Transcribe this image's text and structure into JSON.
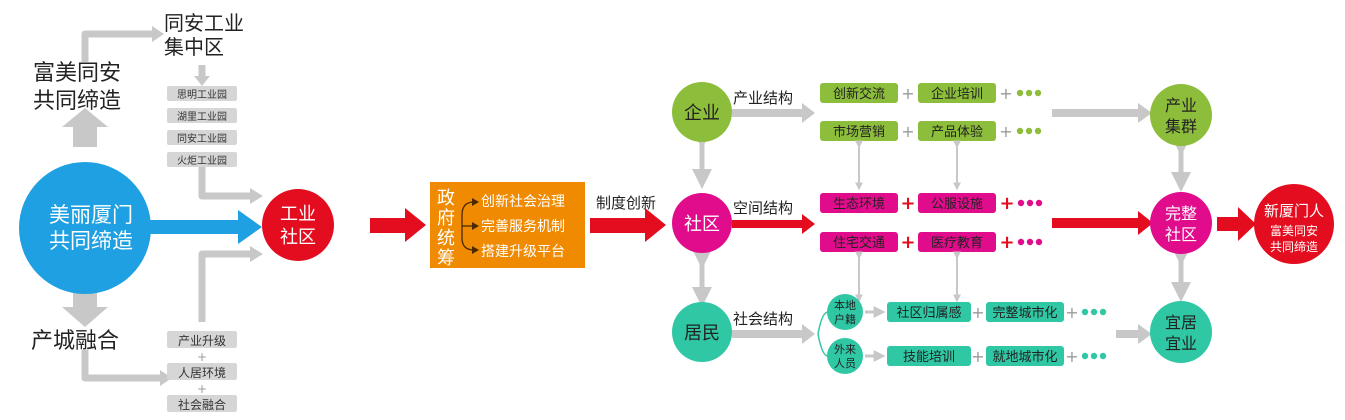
{
  "left": {
    "main_circle": [
      "美丽厦门",
      "共同缔造"
    ],
    "top_label": [
      "富美同安",
      "共同缔造"
    ],
    "top_source": [
      "同安工业",
      "集中区"
    ],
    "parks": [
      "思明工业园",
      "湖里工业园",
      "同安工业园",
      "火炬工业园"
    ],
    "bottom_label": "产城融合",
    "bottom_items": [
      "产业升级",
      "人居环境",
      "社会融合"
    ],
    "bottom_plus": "+"
  },
  "industrial_community": [
    "工业",
    "社区"
  ],
  "government": {
    "vertical": [
      "政",
      "府",
      "统",
      "筹"
    ],
    "items": [
      "创新社会治理",
      "完善服务机制",
      "搭建升级平台"
    ]
  },
  "institution_label": "制度创新",
  "middle": {
    "enterprise": "企业",
    "community": "社区",
    "residents": "居民",
    "industry_structure": "产业结构",
    "space_structure": "空间结构",
    "social_structure": "社会结构",
    "industry_boxes": [
      "创新交流",
      "企业培训",
      "市场营销",
      "产品体验"
    ],
    "space_boxes": [
      "生态环境",
      "公服设施",
      "住宅交通",
      "医疗教育"
    ],
    "local": [
      "本地",
      "户籍"
    ],
    "migrant": [
      "外来",
      "人员"
    ],
    "social_boxes": [
      "社区归属感",
      "完整城市化",
      "技能培训",
      "就地城市化"
    ],
    "plus": "+"
  },
  "right": {
    "cluster": [
      "产业",
      "集群"
    ],
    "complete": [
      "完整",
      "社区"
    ],
    "livable": [
      "宜居",
      "宜业"
    ],
    "final": [
      "新厦门人",
      "富美同安",
      "共同缔造"
    ]
  },
  "colors": {
    "blue": "#1FA0E2",
    "red": "#E30D1F",
    "orange": "#F08A00",
    "green": "#8DBE3B",
    "magenta": "#E10C8C",
    "teal": "#2FC7A4",
    "gray": "#C8C8C8"
  }
}
